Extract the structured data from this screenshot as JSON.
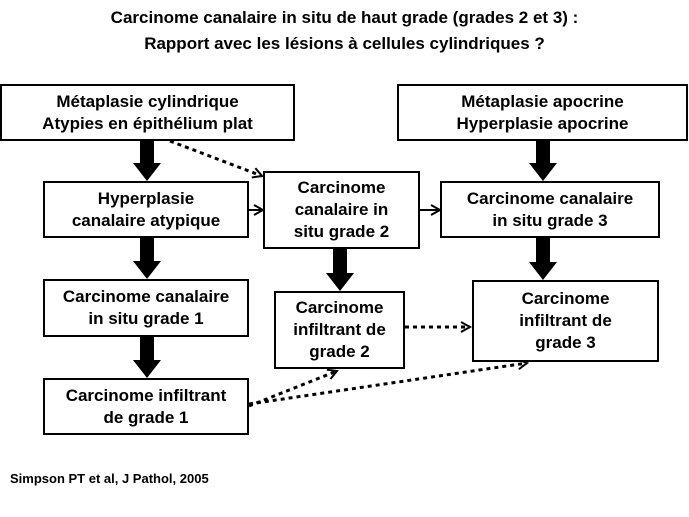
{
  "title": {
    "line1": "Carcinome canalaire in situ de haut grade (grades 2 et 3) :",
    "line2": "Rapport avec les lésions à cellules cylindriques ?"
  },
  "boxes": {
    "metaplasie_cylindrique": "Métaplasie cylindrique\nAtypies en épithélium plat",
    "metaplasie_apocrine": "Métaplasie apocrine\nHyperplasie apocrine",
    "hyperplasie_atypique": "Hyperplasie\ncanalaire atypique",
    "ccis_grade2": "Carcinome\ncanalaire in\nsitu grade 2",
    "ccis_grade3": "Carcinome canalaire\nin situ grade 3",
    "ccis_grade1": "Carcinome canalaire\nin situ grade 1",
    "infiltrant_grade2": "Carcinome\ninfiltrant de\ngrade 2",
    "infiltrant_grade3": "Carcinome\ninfiltrant de\ngrade 3",
    "infiltrant_grade1": "Carcinome infiltrant\nde grade 1"
  },
  "citation": "Simpson PT et al, J Pathol, 2005"
}
